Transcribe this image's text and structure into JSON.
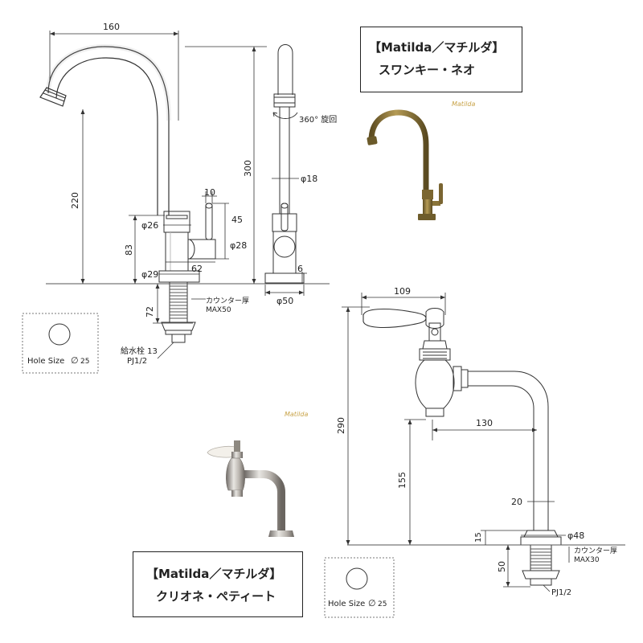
{
  "product1": {
    "brand": "【Matilda／マチルダ】",
    "name": "スワンキー・ネオ",
    "dims": {
      "width": "160",
      "height_220": "220",
      "height_300": "300",
      "body_83": "83",
      "handle_10": "10",
      "handle_45": "45",
      "d26": "φ26",
      "d28": "φ28",
      "d29": "φ29",
      "d18": "φ18",
      "d50": "φ50",
      "w62": "62",
      "h6": "6",
      "h72": "72",
      "rotation": "360°  旋回",
      "counter_label": "カウンター厚",
      "counter_max": "MAX50",
      "supply_label": "給水栓 13",
      "supply_pj": "PJ1/2"
    },
    "hole_label": "Hole Size",
    "hole_value": "25",
    "watermark": "Matilda"
  },
  "product2": {
    "brand": "【Matilda／マチルダ】",
    "name": "クリオネ・ペティート",
    "dims": {
      "width": "109",
      "height_290": "290",
      "reach_130": "130",
      "height_155": "155",
      "d20": "20",
      "h15": "15",
      "d48": "φ48",
      "h50": "50",
      "counter_label": "カウンター厚",
      "counter_max": "MAX30",
      "pj": "PJ1/2"
    },
    "hole_label": "Hole Size",
    "hole_value": "25",
    "watermark": "Matilda"
  },
  "colors": {
    "line": "#333333",
    "brass": "#8a7438",
    "chrome": "#9a9a9a",
    "porcelain": "#f3f0ea"
  }
}
